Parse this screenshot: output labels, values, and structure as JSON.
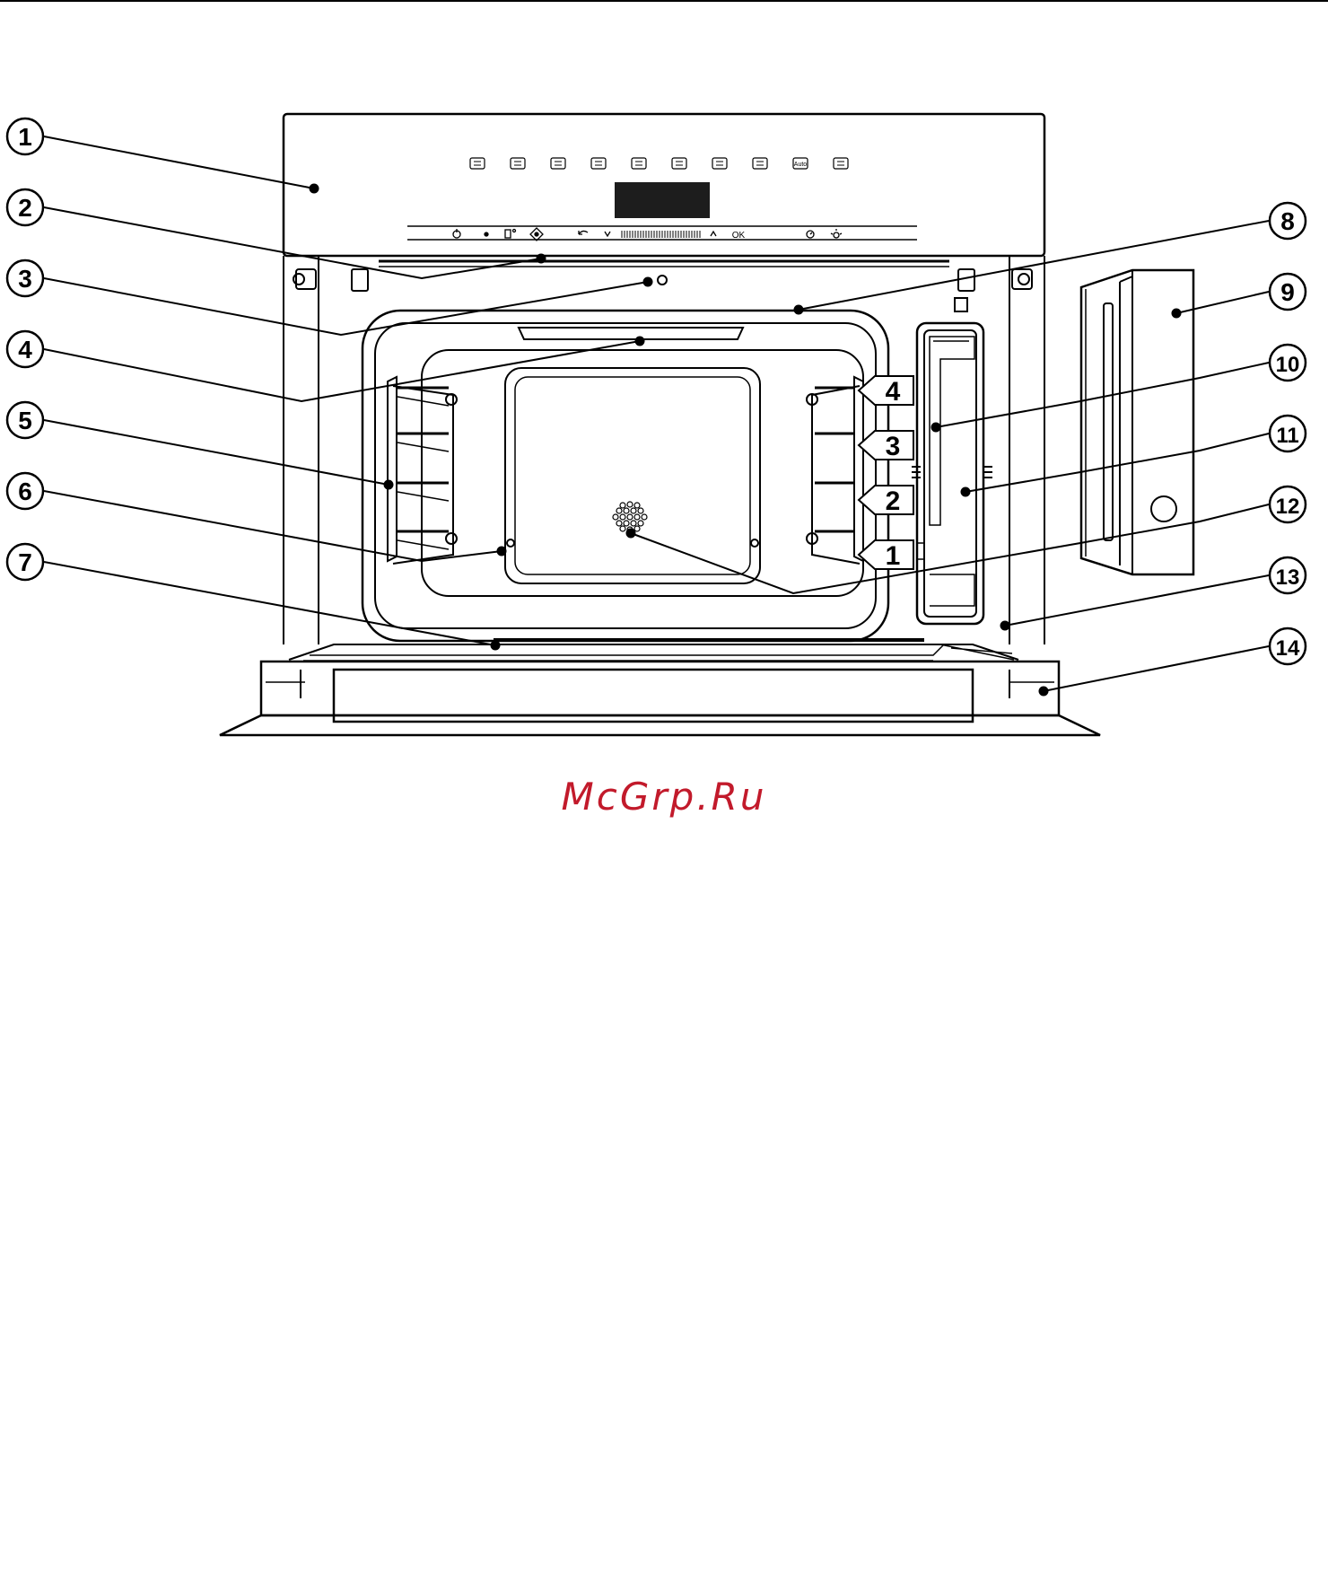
{
  "diagram": {
    "callouts": [
      "1",
      "2",
      "3",
      "4",
      "5",
      "6",
      "7",
      "8",
      "9",
      "10",
      "11",
      "12",
      "13",
      "14"
    ],
    "shelf_levels": [
      "4",
      "3",
      "2",
      "1"
    ],
    "control_panel": {
      "mode_icons": [
        "fan-grill-icon",
        "fan-plus-icon",
        "steam-heat-icon",
        "top-bottom-heat-icon",
        "bottom-heat-icon",
        "steam-cook-icon",
        "top-heat-icon",
        "descale-icon",
        "auto",
        "plate-warm-icon"
      ],
      "auto_label": "Auto",
      "ok_label": "OK"
    }
  },
  "watermark": {
    "text": "McGrp.Ru",
    "color": "#c21a2b"
  },
  "colors": {
    "ink": "#000000",
    "display": "#1d1d1d",
    "paper": "#ffffff"
  }
}
